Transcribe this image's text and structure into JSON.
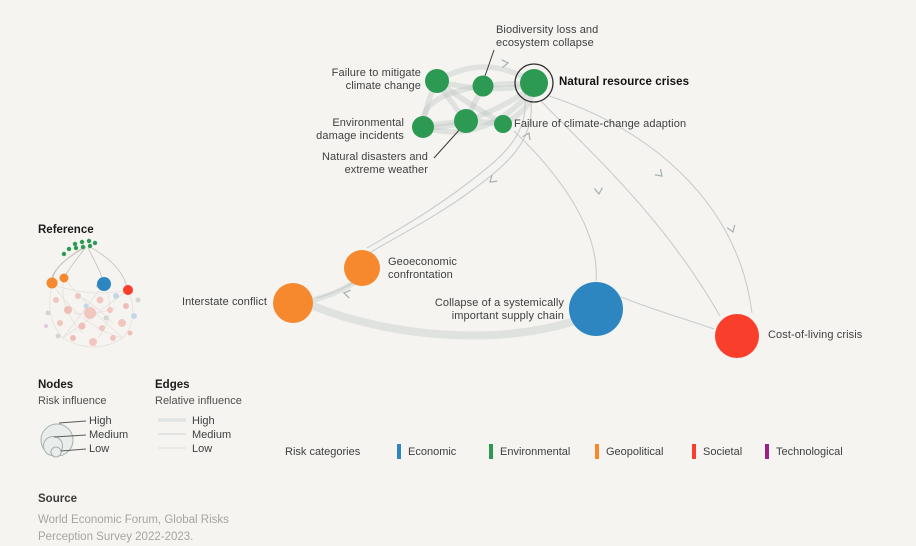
{
  "colors": {
    "background": "#f5f4f1",
    "economic": "#2e86c1",
    "environmental": "#2d9a53",
    "geopolitical": "#f6882d",
    "societal": "#f93e2c",
    "technological": "#9c2186",
    "edge_thin": "#c7cdcd",
    "edge_band": "rgba(174,185,187,0.30)",
    "arrow": "#a9b4b6"
  },
  "nodes": {
    "biodiversity": {
      "lines": [
        "Biodiversity loss and",
        "ecosystem collapse"
      ],
      "category": "environmental",
      "influence": "medium"
    },
    "failure_mitigate": {
      "lines": [
        "Failure to mitigate",
        "climate change"
      ],
      "category": "environmental",
      "influence": "medium"
    },
    "natural_resource": {
      "lines": [
        "Natural resource crises"
      ],
      "category": "environmental",
      "influence": "medium",
      "highlighted": true
    },
    "env_damage": {
      "lines": [
        "Environmental",
        "damage incidents"
      ],
      "category": "environmental",
      "influence": "medium"
    },
    "climate_adaption": {
      "lines": [
        "Failure of climate-change adaption"
      ],
      "category": "environmental",
      "influence": "low"
    },
    "natural_disasters": {
      "lines": [
        "Natural disasters and",
        "extreme weather"
      ],
      "category": "environmental",
      "influence": "medium"
    },
    "geoeconomic": {
      "lines": [
        "Geoeconomic",
        "confrontation"
      ],
      "category": "geopolitical",
      "influence": "medium"
    },
    "interstate": {
      "lines": [
        "Interstate conflict"
      ],
      "category": "geopolitical",
      "influence": "medium"
    },
    "supply_chain": {
      "lines": [
        "Collapse of a systemically",
        "important supply chain"
      ],
      "category": "economic",
      "influence": "high"
    },
    "cost_of_living": {
      "lines": [
        "Cost-of-living crisis"
      ],
      "category": "societal",
      "influence": "high"
    }
  },
  "reference": {
    "title": "Reference"
  },
  "legend": {
    "nodes": {
      "title": "Nodes",
      "subtitle": "Risk influence",
      "levels": [
        "High",
        "Medium",
        "Low"
      ]
    },
    "edges": {
      "title": "Edges",
      "subtitle": "Relative influence",
      "levels": [
        "High",
        "Medium",
        "Low"
      ]
    },
    "categories": {
      "title": "Risk categories",
      "items": [
        {
          "label": "Economic",
          "color": "#2e86c1"
        },
        {
          "label": "Environmental",
          "color": "#2d9a53"
        },
        {
          "label": "Geopolitical",
          "color": "#f6882d"
        },
        {
          "label": "Societal",
          "color": "#f93e2c"
        },
        {
          "label": "Technological",
          "color": "#9c2186"
        }
      ]
    }
  },
  "source": {
    "title": "Source",
    "lines": [
      "World Economic Forum, Global Risks",
      "Perception Survey 2022-2023."
    ]
  }
}
